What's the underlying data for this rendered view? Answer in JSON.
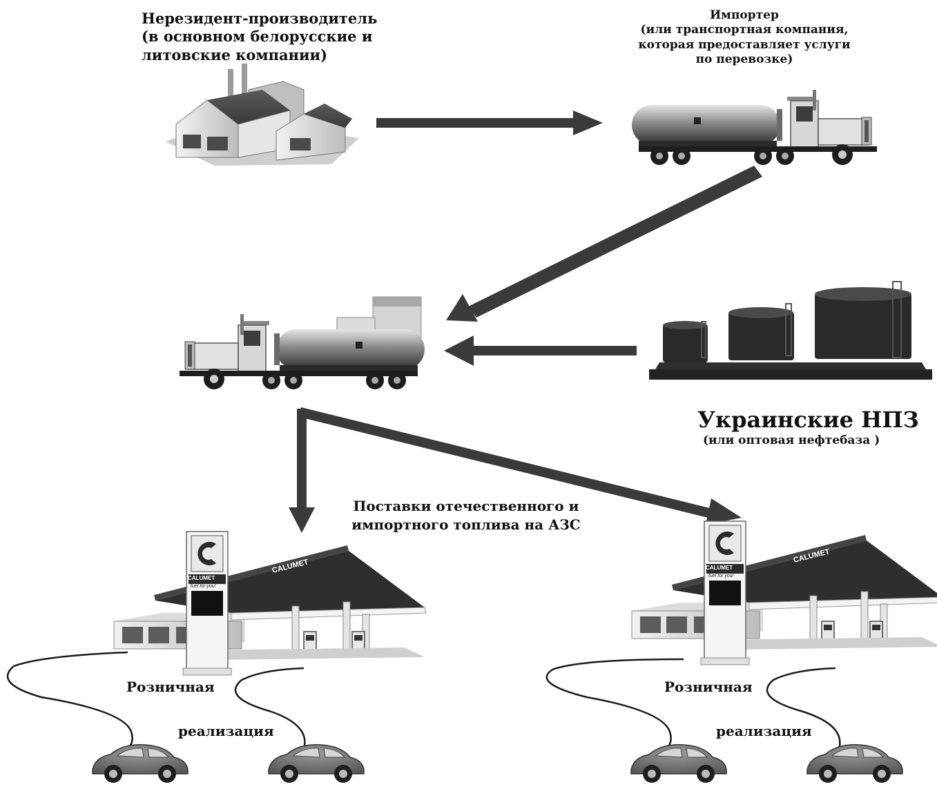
{
  "producer": {
    "lines": [
      "Нерезидент-производитель",
      "(в основном белорусские и",
      "литовские компании)"
    ]
  },
  "importer": {
    "lines": [
      "Импортер",
      "(или транспортная компания,",
      "которая предоставляет услуги",
      "по перевозке)"
    ]
  },
  "refinery": {
    "title": "Украинские НПЗ",
    "subtitle": "(или оптовая нефтебаза )"
  },
  "supply": {
    "lines": [
      "Поставки отечественного и",
      "импортного топлива на АЗС"
    ]
  },
  "station": {
    "brand": "CALUMET",
    "tagline": "fuel for you!"
  },
  "retail": {
    "left": [
      "Розничная",
      "реализация"
    ],
    "right": [
      "Розничная",
      "реализация"
    ]
  },
  "colors": {
    "arrow": "#3a3a3a",
    "dark": "#2b2b2b",
    "mid": "#6d6d6d",
    "light": "#cfcfcf",
    "car": "#707070"
  }
}
